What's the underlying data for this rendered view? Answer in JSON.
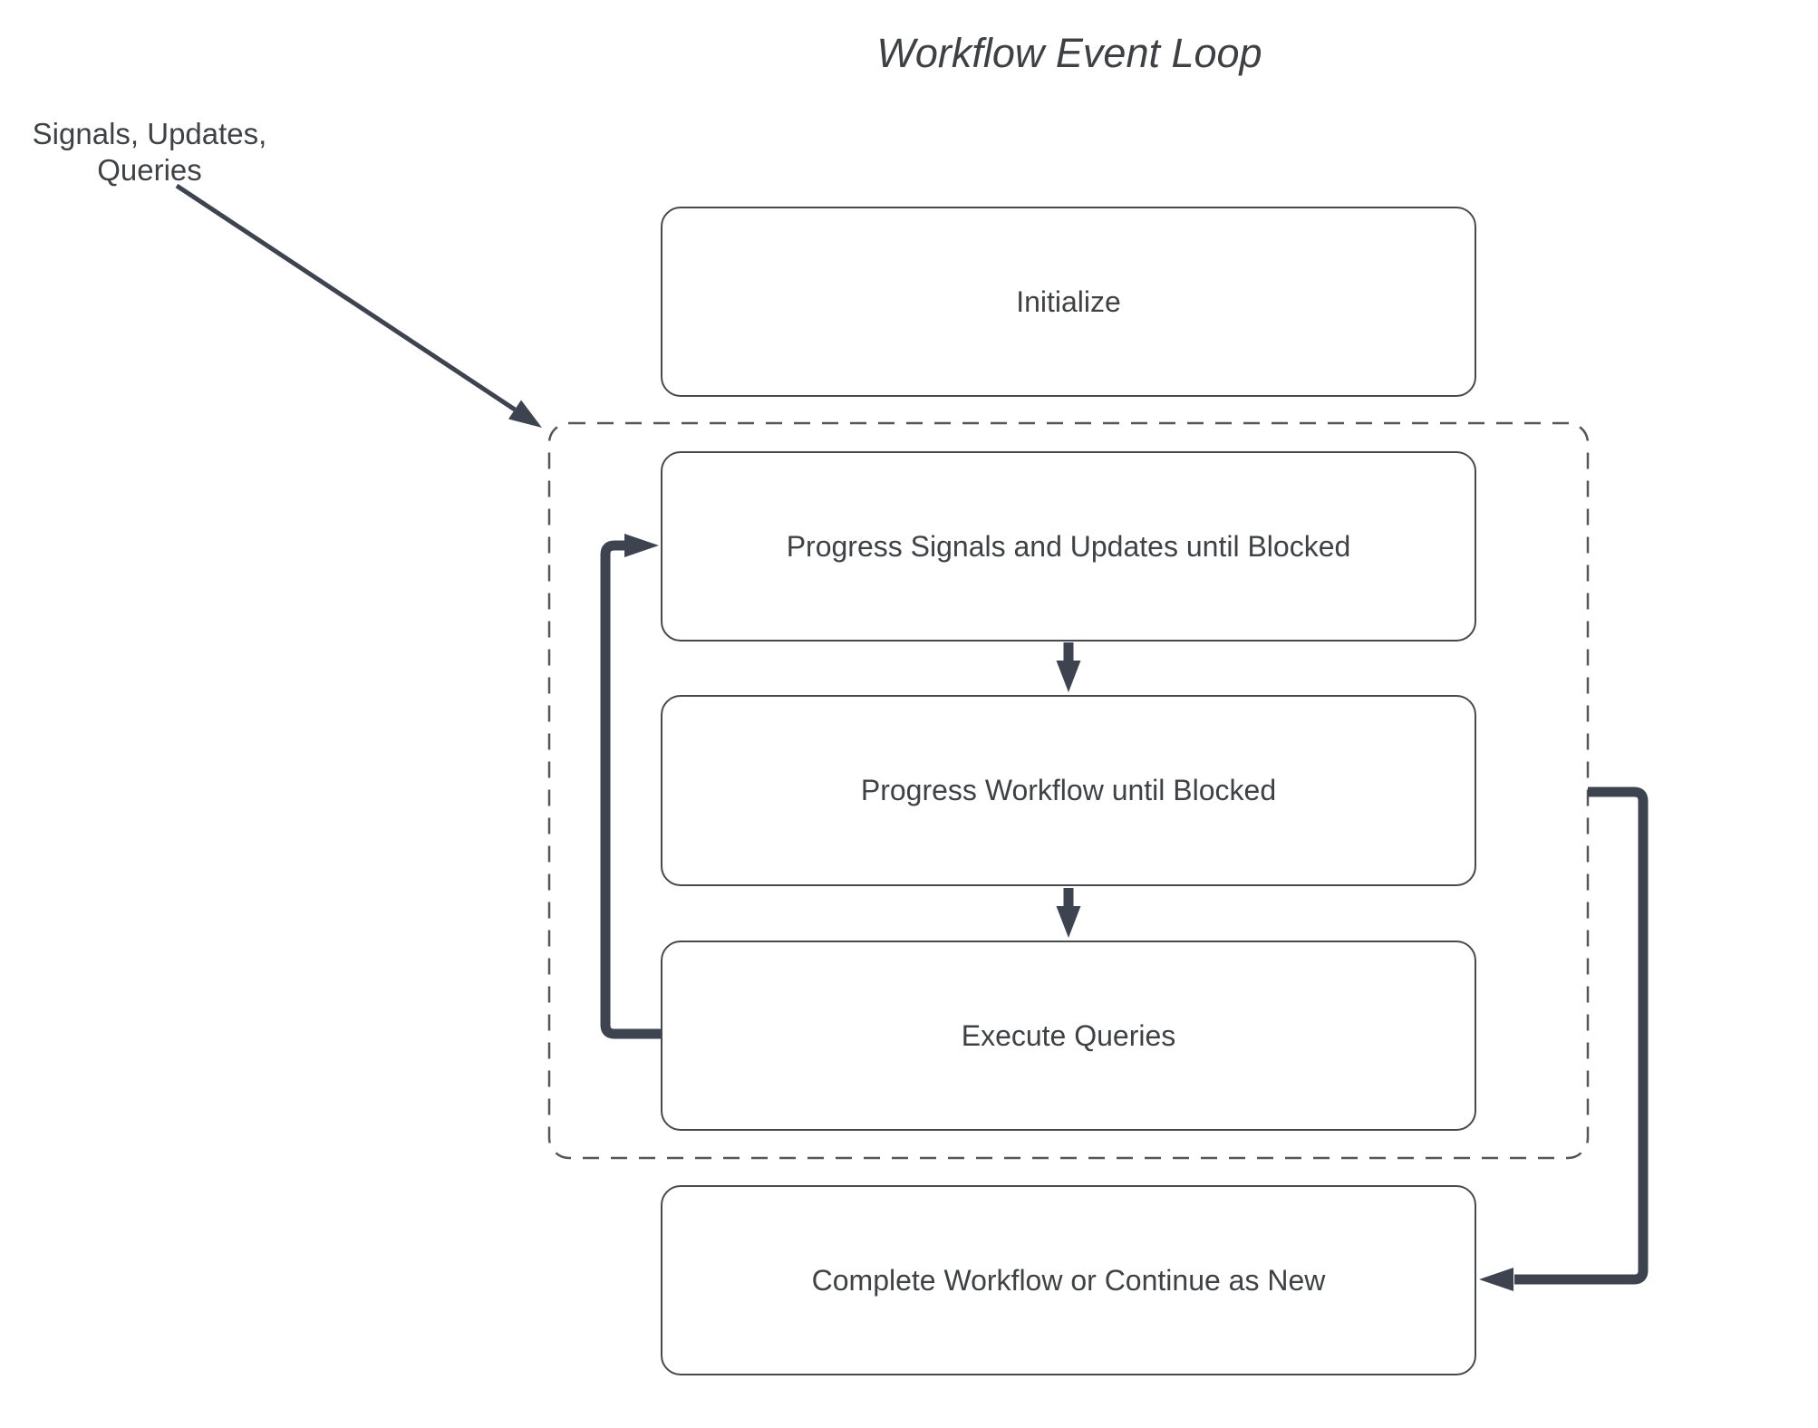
{
  "title": "Workflow Event Loop",
  "annotations": {
    "external_inputs": "Signals, Updates,\nQueries"
  },
  "nodes": {
    "initialize": {
      "label": "Initialize"
    },
    "progress_signals": {
      "label": "Progress Signals and Updates until Blocked"
    },
    "progress_workflow": {
      "label": "Progress Workflow until Blocked"
    },
    "execute_queries": {
      "label": "Execute Queries"
    },
    "complete": {
      "label": "Complete Workflow or Continue as New"
    }
  },
  "edges": [
    {
      "from": "external-inputs-label",
      "to": "event-loop-dashed-container",
      "style": "thin-diagonal-arrow"
    },
    {
      "from": "progress_signals",
      "to": "progress_workflow",
      "style": "short-down-arrow"
    },
    {
      "from": "progress_workflow",
      "to": "execute_queries",
      "style": "short-down-arrow"
    },
    {
      "from": "execute_queries",
      "to": "progress_signals",
      "style": "thick-loop-back-left"
    },
    {
      "from": "event-loop-dashed-container",
      "to": "complete",
      "style": "thick-exit-right"
    }
  ],
  "colors": {
    "background": "#ffffff",
    "arrow": "#3d4450",
    "node_border": "#46494e",
    "dashed_border": "#53565b",
    "text": "#3f4245"
  }
}
